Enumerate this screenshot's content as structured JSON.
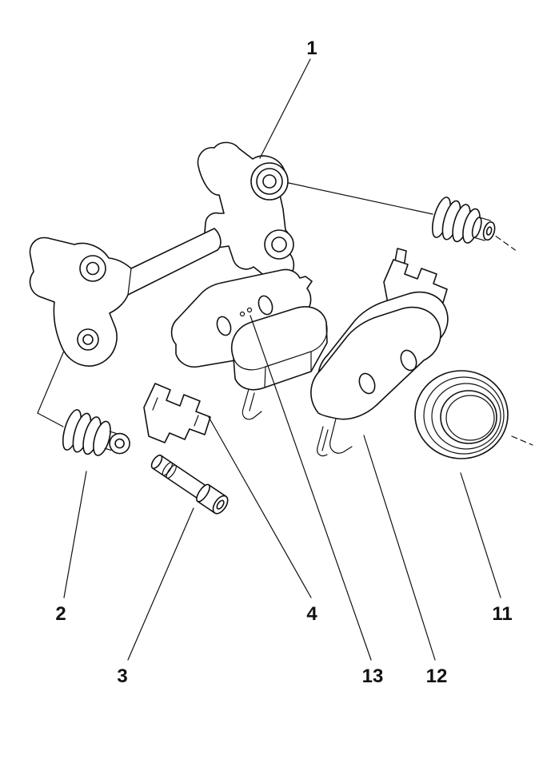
{
  "figure": {
    "kind": "exploded-parts-line-drawing",
    "colors": {
      "line": "#111111",
      "background": "#ffffff"
    },
    "callouts": [
      {
        "label": "1",
        "part": "caliper-mounting-bracket-bushing"
      },
      {
        "label": "2",
        "part": "guide-pin-boot-lower"
      },
      {
        "label": "3",
        "part": "guide-pin-bolt"
      },
      {
        "label": "4",
        "part": "pad-retainer-clip-lower"
      },
      {
        "label": "13",
        "part": "inner-brake-pad"
      },
      {
        "label": "12",
        "part": "outer-brake-pad"
      },
      {
        "label": "11",
        "part": "piston-dust-boot"
      }
    ]
  }
}
